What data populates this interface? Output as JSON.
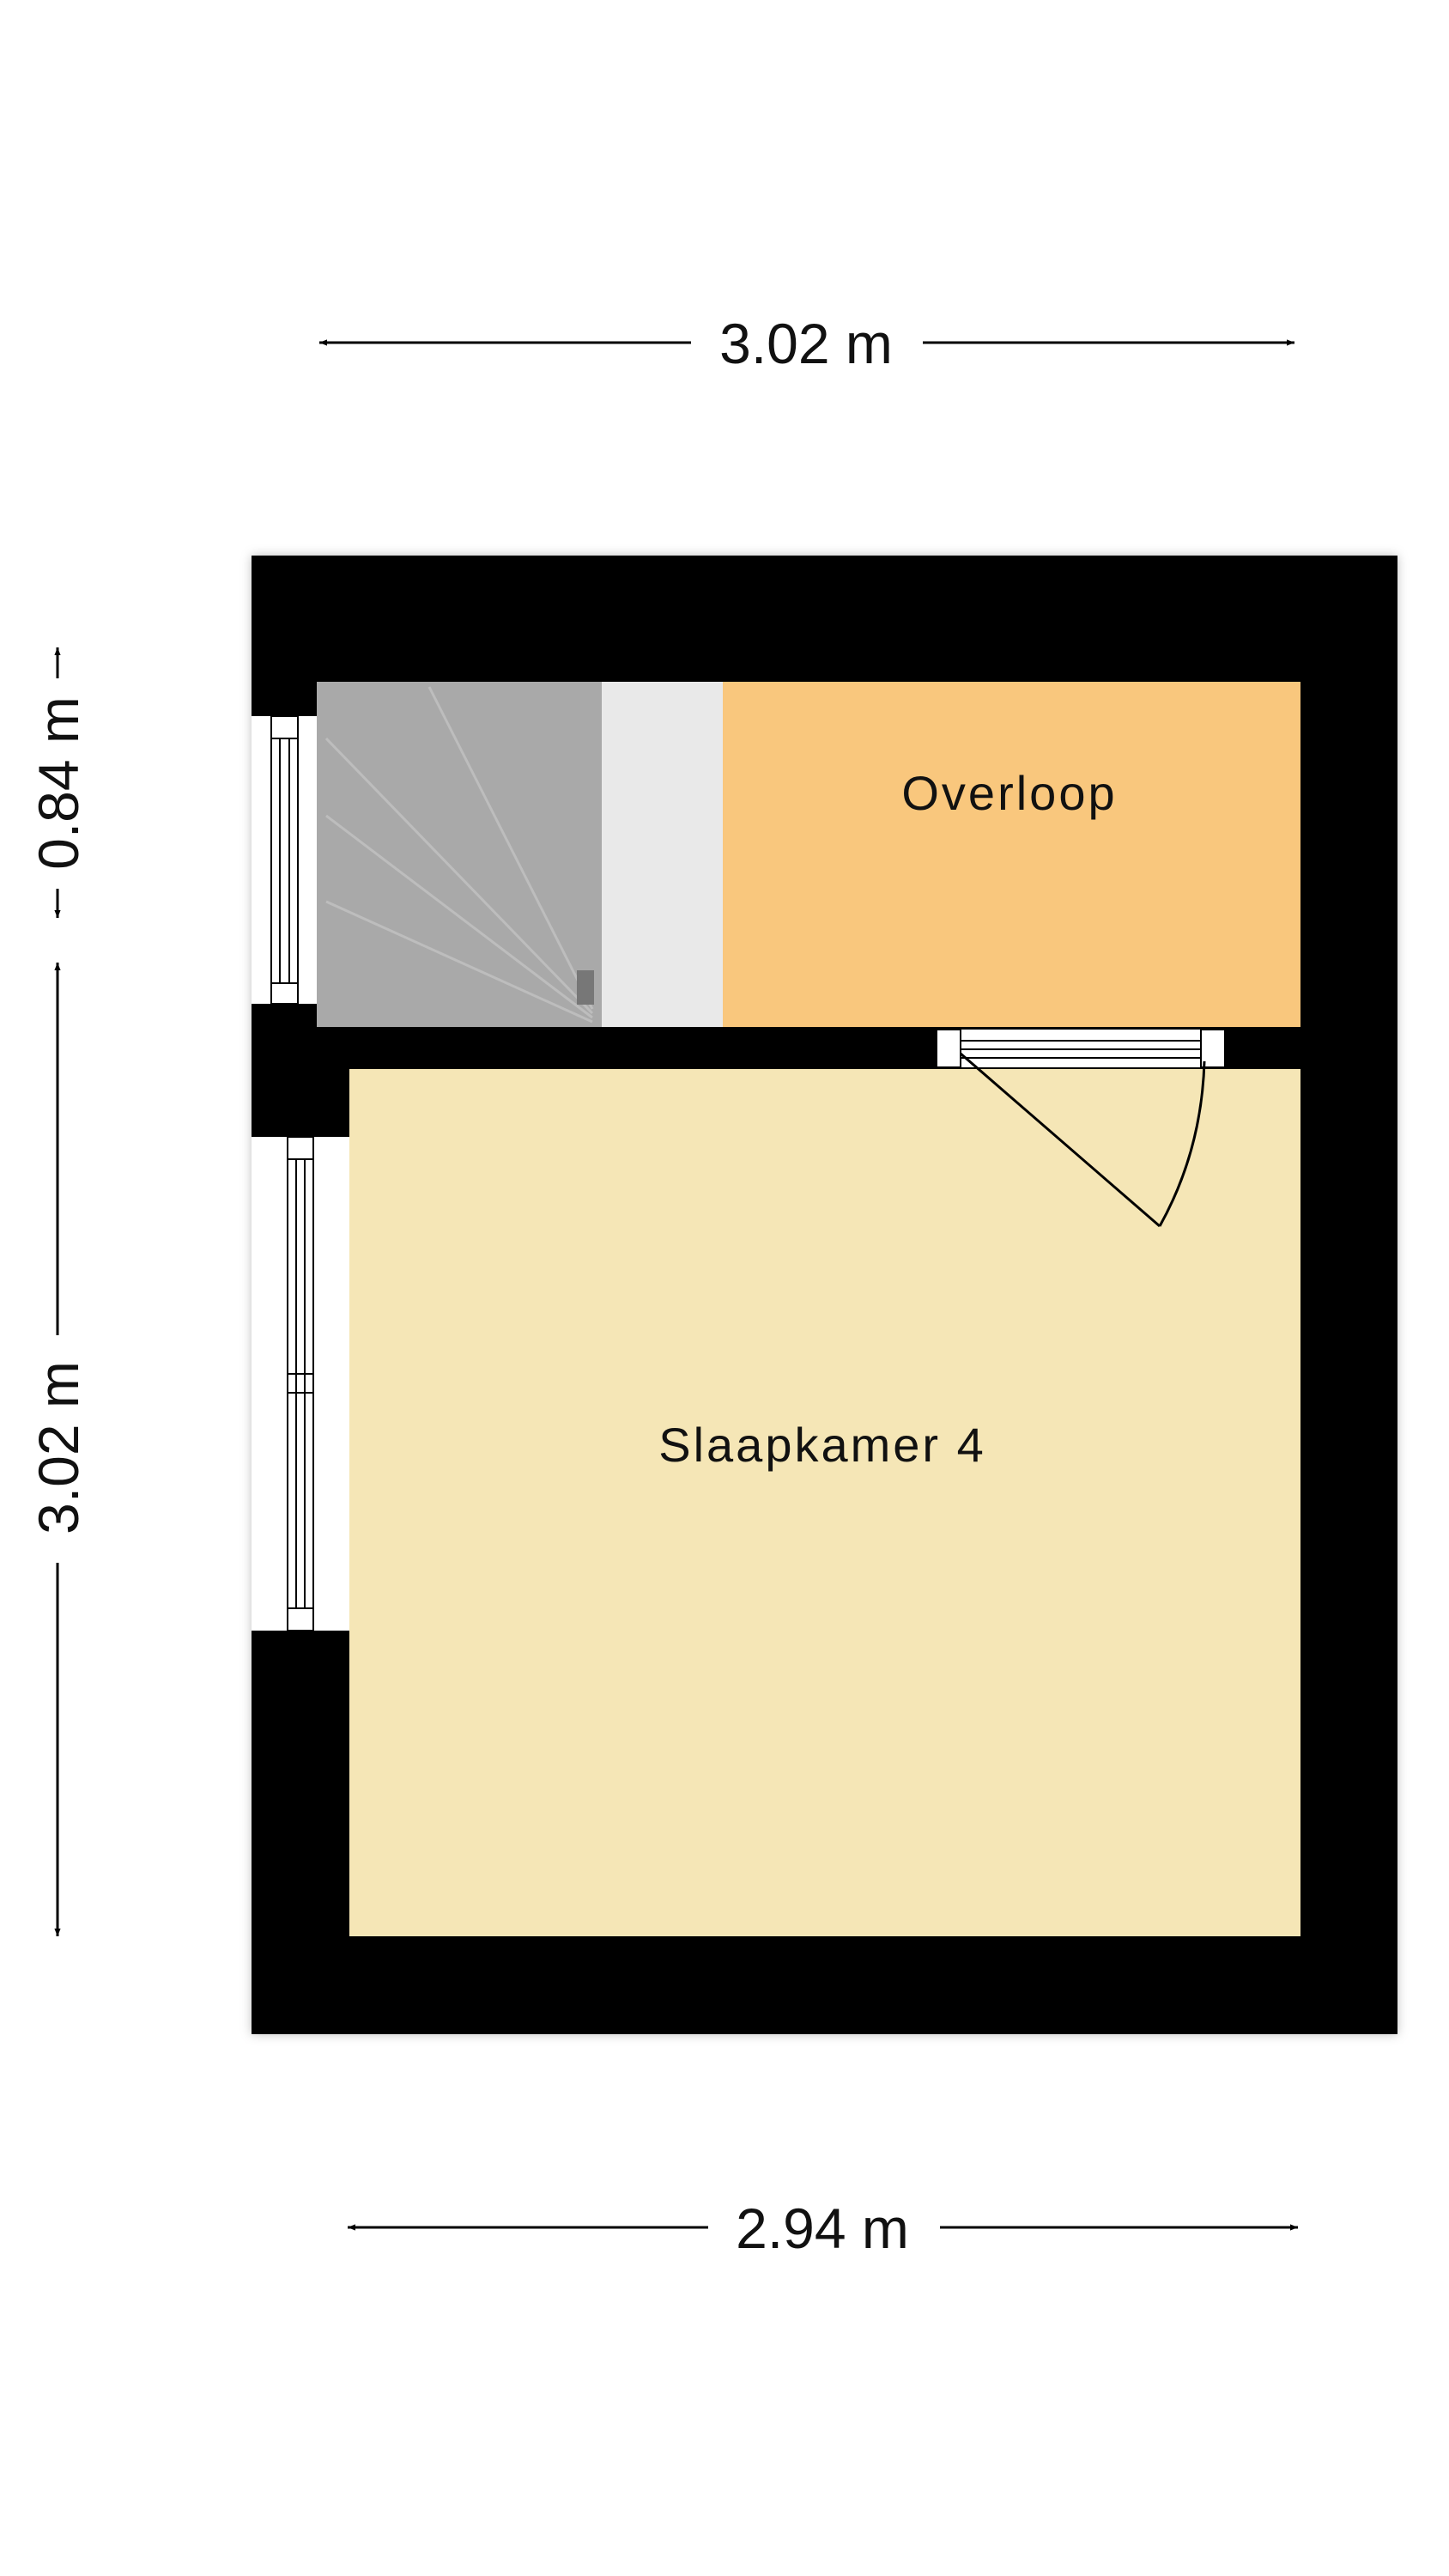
{
  "rooms": {
    "overloop": {
      "label": "Overloop",
      "color": "#f9c77d"
    },
    "slaapkamer": {
      "label": "Slaapkamer 4",
      "color": "#f5e6b6"
    }
  },
  "dimensions": {
    "top_width": "3.02 m",
    "bottom_width": "2.94 m",
    "left_overloop_depth": "0.84 m",
    "left_bedroom_depth": "3.02 m"
  },
  "colors": {
    "wall": "#000000",
    "stair": "#a9a9a9",
    "landing": "#e9e9e9"
  }
}
